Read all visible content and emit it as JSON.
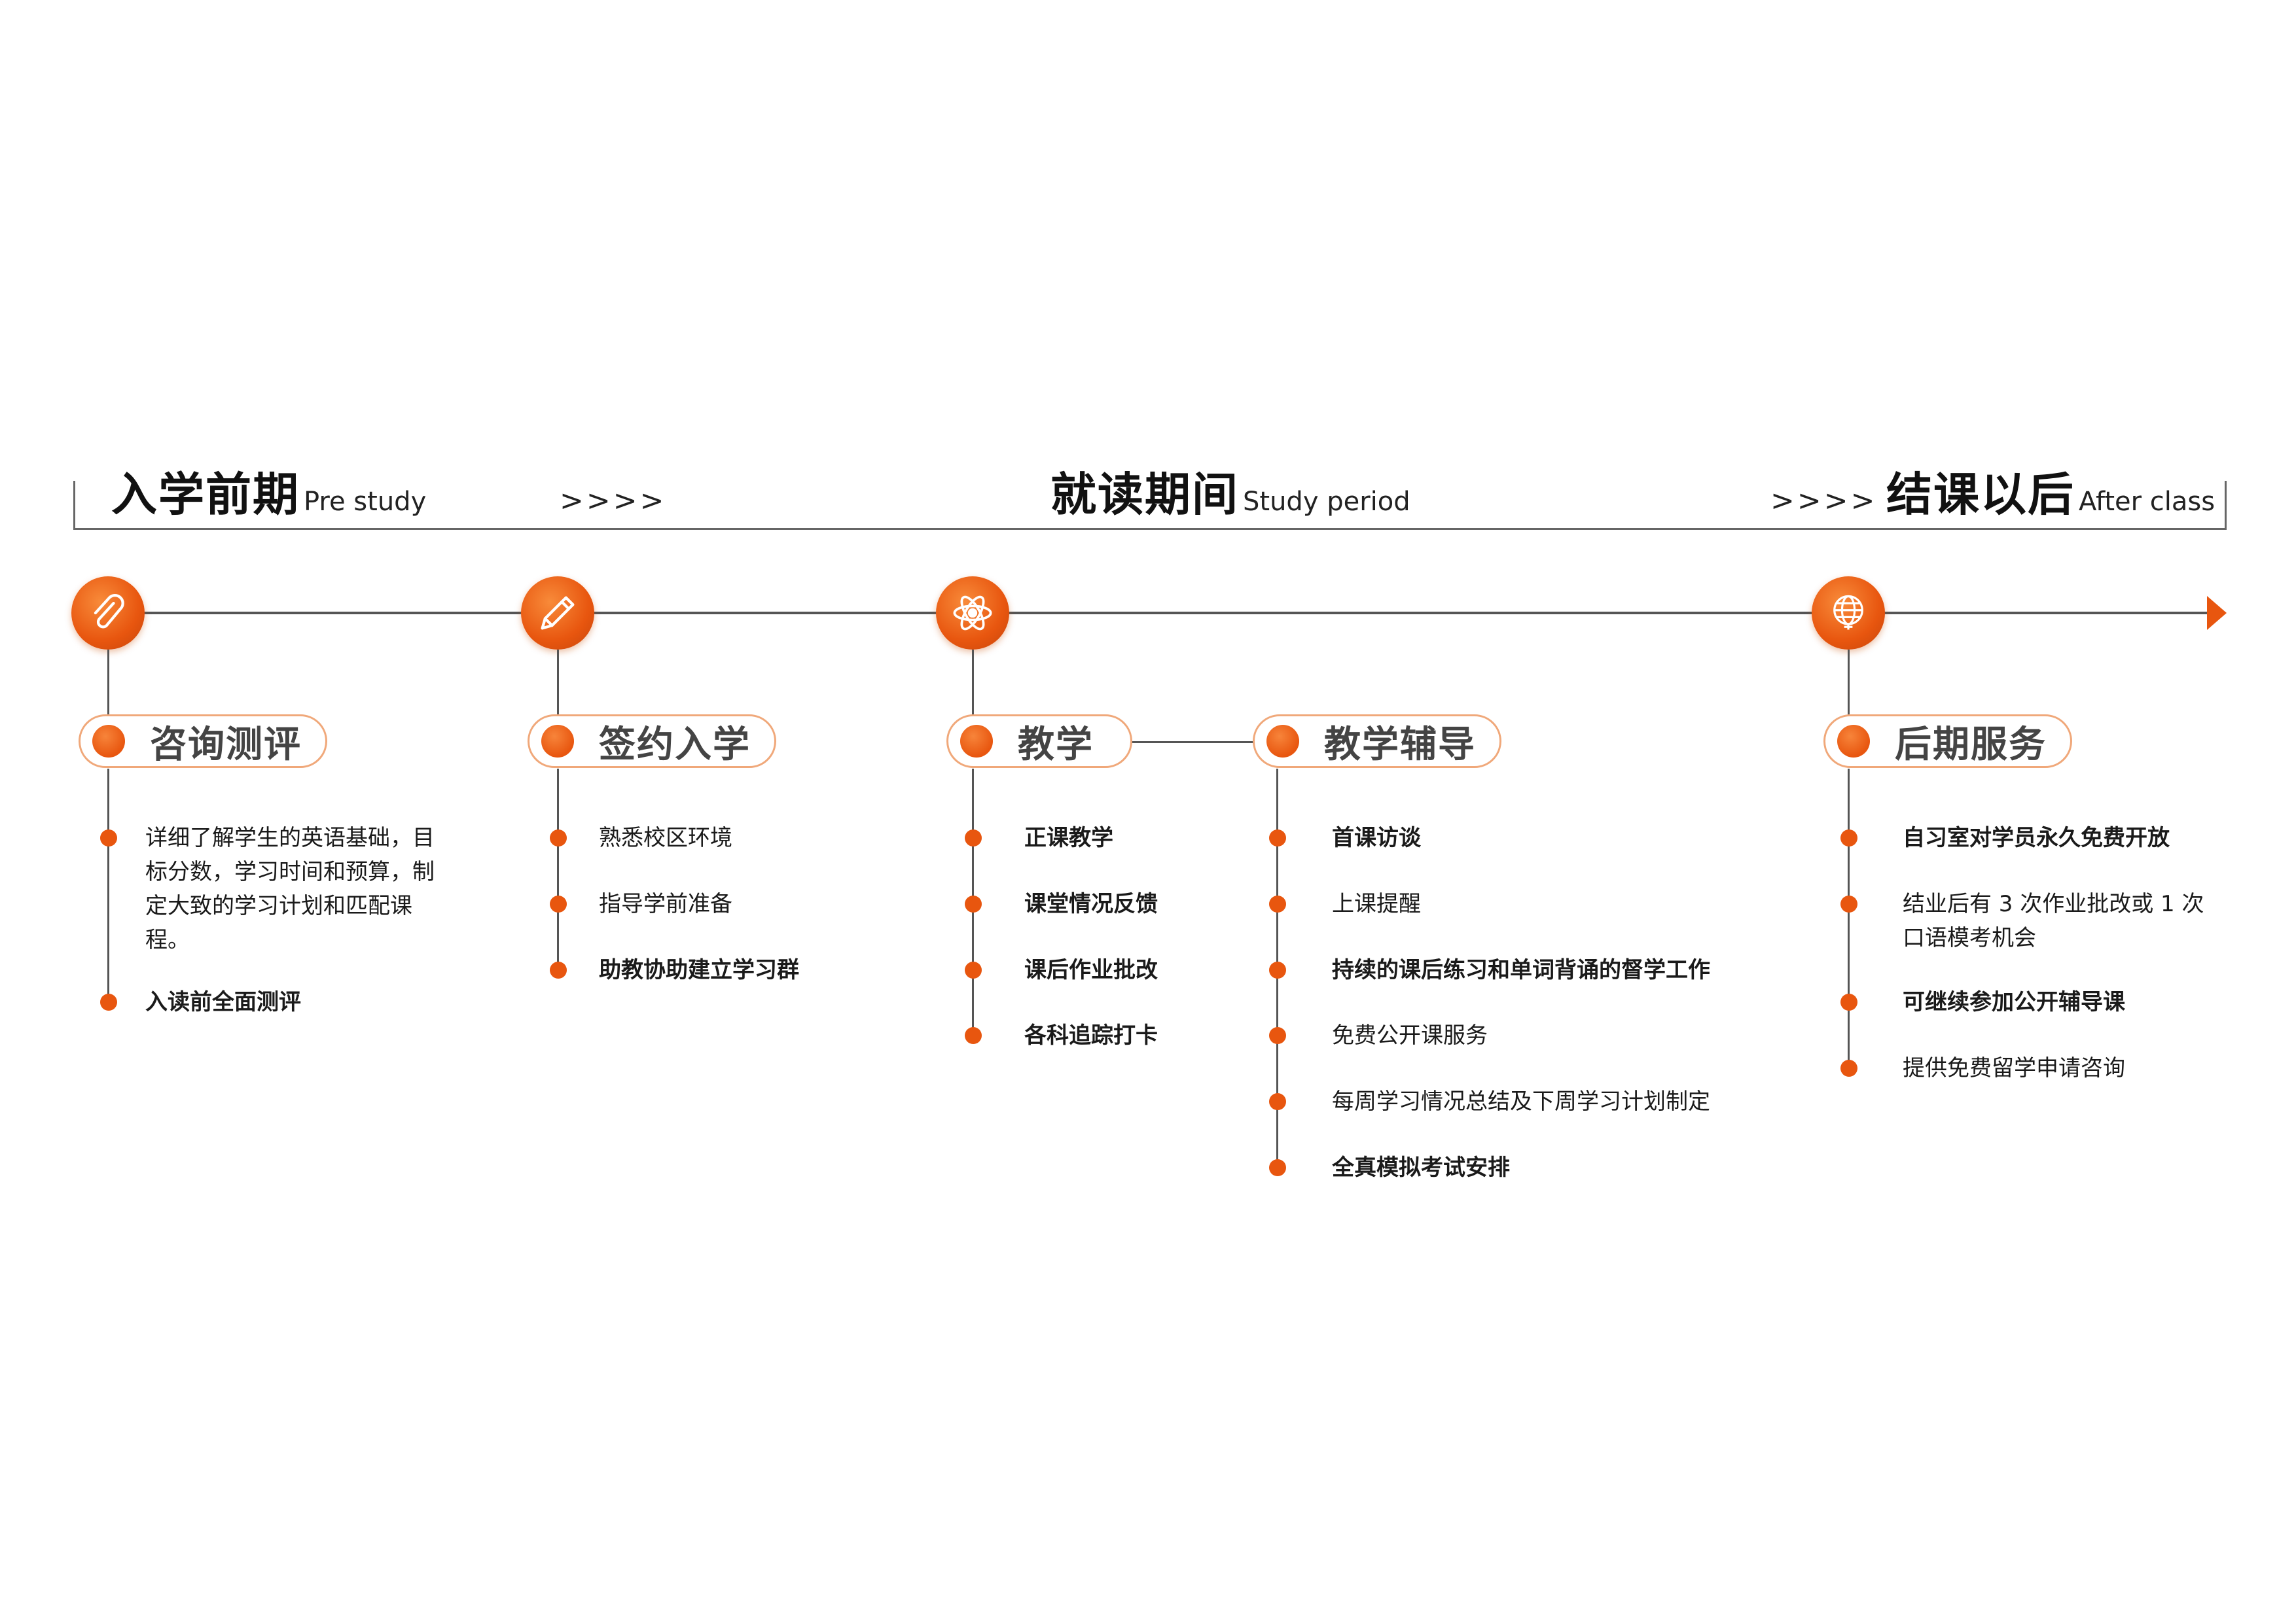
{
  "phases": {
    "pre": {
      "cn": "入学前期",
      "en": "Pre study"
    },
    "during": {
      "cn": "就读期间",
      "en": "Study period"
    },
    "after": {
      "cn": "结课以后",
      "en": "After class"
    },
    "arrow_sep": ">>>>"
  },
  "icons": [
    "paperclip-icon",
    "pencil-icon",
    "atom-icon",
    "globe-icon"
  ],
  "accent_color": "#e8560f",
  "sections": {
    "consult": {
      "title": "咨询测评",
      "items": [
        {
          "text": "详细了解学生的英语基础，目标分数，学习时间和预算，制定大致的学习计划和匹配课程。",
          "bold": false
        },
        {
          "text": "入读前全面测评",
          "bold": true
        }
      ]
    },
    "enroll": {
      "title": "签约入学",
      "items": [
        {
          "text": "熟悉校区环境",
          "bold": false
        },
        {
          "text": "指导学前准备",
          "bold": false
        },
        {
          "text": "助教协助建立学习群",
          "bold": true
        }
      ]
    },
    "teach": {
      "title": "教学",
      "items": [
        {
          "text": "正课教学",
          "bold": true
        },
        {
          "text": "课堂情况反馈",
          "bold": true
        },
        {
          "text": "课后作业批改",
          "bold": true
        },
        {
          "text": "各科追踪打卡",
          "bold": true
        }
      ]
    },
    "tutor": {
      "title": "教学辅导",
      "items": [
        {
          "text": "首课访谈",
          "bold": true
        },
        {
          "text": "上课提醒",
          "bold": false
        },
        {
          "text": "持续的课后练习和单词背诵的督学工作",
          "bold": true
        },
        {
          "text": "免费公开课服务",
          "bold": false
        },
        {
          "text": "每周学习情况总结及下周学习计划制定",
          "bold": false
        },
        {
          "text": "全真模拟考试安排",
          "bold": true
        }
      ]
    },
    "service": {
      "title": "后期服务",
      "items": [
        {
          "text": "自习室对学员永久免费开放",
          "bold": true
        },
        {
          "text": "结业后有 3 次作业批改或 1 次口语模考机会",
          "bold": false
        },
        {
          "text": "可继续参加公开辅导课",
          "bold": true
        },
        {
          "text": "提供免费留学申请咨询",
          "bold": false
        }
      ]
    }
  }
}
